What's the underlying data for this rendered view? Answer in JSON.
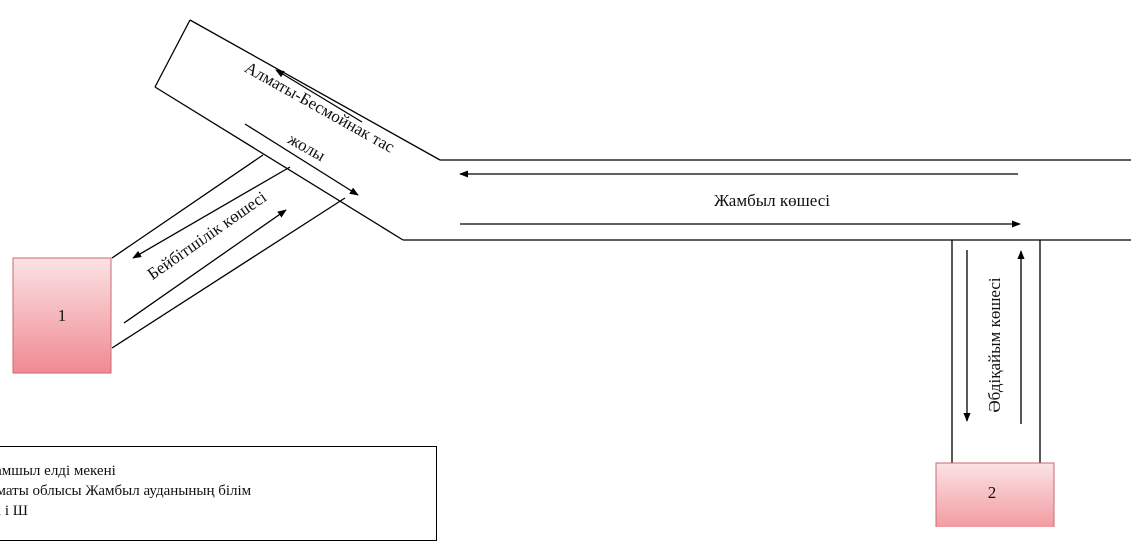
{
  "roads": {
    "almaty_besmoinak": {
      "line1": "Алматы-Бесмойнак тас",
      "line2": "жолы"
    },
    "zhambyl": {
      "label": "Жамбыл көшесі"
    },
    "beibitshilik": {
      "label": "Бейбітшілік көшесі"
    },
    "abdikaiym": {
      "label": "Әбдіқайым көшесі"
    }
  },
  "nodes": {
    "node1": {
      "label": "1"
    },
    "node2": {
      "label": "2"
    }
  },
  "legend": {
    "line1": "ғамшыл елді мекені",
    "line2": "лматы облысы Жамбыл ауданының білім",
    "line3": "і                    і                        і  Ш"
  },
  "colors": {
    "box_fill_top": "#fbe3e5",
    "box_fill_bottom": "#f08a91",
    "box_border": "#c96a70"
  }
}
